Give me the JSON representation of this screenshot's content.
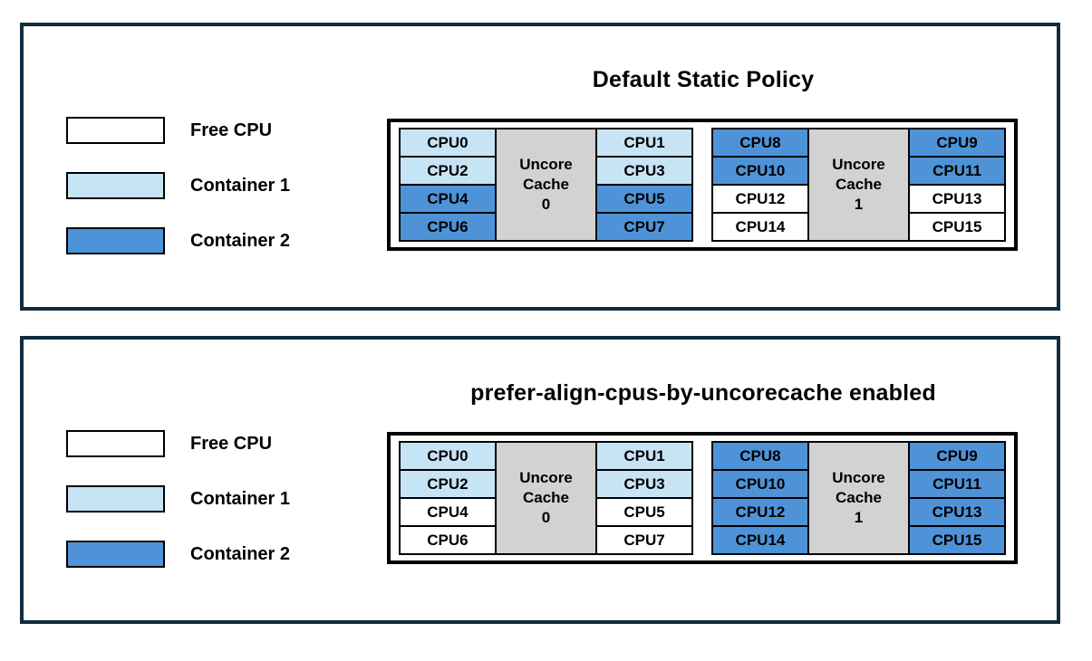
{
  "colors": {
    "free_cpu": "#ffffff",
    "container1": "#c7e4f4",
    "container2": "#4e93d8",
    "uncore_cache": "#d2d2d2",
    "panel_border": "#102c3e",
    "line": "#000000"
  },
  "panels": [
    {
      "title": "Default Static Policy",
      "legend": [
        {
          "label": "Free CPU",
          "state": "free_cpu"
        },
        {
          "label": "Container 1",
          "state": "container1"
        },
        {
          "label": "Container 2",
          "state": "container2"
        }
      ],
      "uncore_groups": [
        {
          "cache_label": "Uncore Cache 0",
          "left_cpus": [
            {
              "label": "CPU0",
              "state": "container1"
            },
            {
              "label": "CPU2",
              "state": "container1"
            },
            {
              "label": "CPU4",
              "state": "container2"
            },
            {
              "label": "CPU6",
              "state": "container2"
            }
          ],
          "right_cpus": [
            {
              "label": "CPU1",
              "state": "container1"
            },
            {
              "label": "CPU3",
              "state": "container1"
            },
            {
              "label": "CPU5",
              "state": "container2"
            },
            {
              "label": "CPU7",
              "state": "container2"
            }
          ]
        },
        {
          "cache_label": "Uncore Cache 1",
          "left_cpus": [
            {
              "label": "CPU8",
              "state": "container2"
            },
            {
              "label": "CPU10",
              "state": "container2"
            },
            {
              "label": "CPU12",
              "state": "free_cpu"
            },
            {
              "label": "CPU14",
              "state": "free_cpu"
            }
          ],
          "right_cpus": [
            {
              "label": "CPU9",
              "state": "container2"
            },
            {
              "label": "CPU11",
              "state": "container2"
            },
            {
              "label": "CPU13",
              "state": "free_cpu"
            },
            {
              "label": "CPU15",
              "state": "free_cpu"
            }
          ]
        }
      ]
    },
    {
      "title": "prefer-align-cpus-by-uncorecache enabled",
      "legend": [
        {
          "label": "Free CPU",
          "state": "free_cpu"
        },
        {
          "label": "Container 1",
          "state": "container1"
        },
        {
          "label": "Container 2",
          "state": "container2"
        }
      ],
      "uncore_groups": [
        {
          "cache_label": "Uncore Cache 0",
          "left_cpus": [
            {
              "label": "CPU0",
              "state": "container1"
            },
            {
              "label": "CPU2",
              "state": "container1"
            },
            {
              "label": "CPU4",
              "state": "free_cpu"
            },
            {
              "label": "CPU6",
              "state": "free_cpu"
            }
          ],
          "right_cpus": [
            {
              "label": "CPU1",
              "state": "container1"
            },
            {
              "label": "CPU3",
              "state": "container1"
            },
            {
              "label": "CPU5",
              "state": "free_cpu"
            },
            {
              "label": "CPU7",
              "state": "free_cpu"
            }
          ]
        },
        {
          "cache_label": "Uncore Cache 1",
          "left_cpus": [
            {
              "label": "CPU8",
              "state": "container2"
            },
            {
              "label": "CPU10",
              "state": "container2"
            },
            {
              "label": "CPU12",
              "state": "container2"
            },
            {
              "label": "CPU14",
              "state": "container2"
            }
          ],
          "right_cpus": [
            {
              "label": "CPU9",
              "state": "container2"
            },
            {
              "label": "CPU11",
              "state": "container2"
            },
            {
              "label": "CPU13",
              "state": "container2"
            },
            {
              "label": "CPU15",
              "state": "container2"
            }
          ]
        }
      ]
    }
  ]
}
